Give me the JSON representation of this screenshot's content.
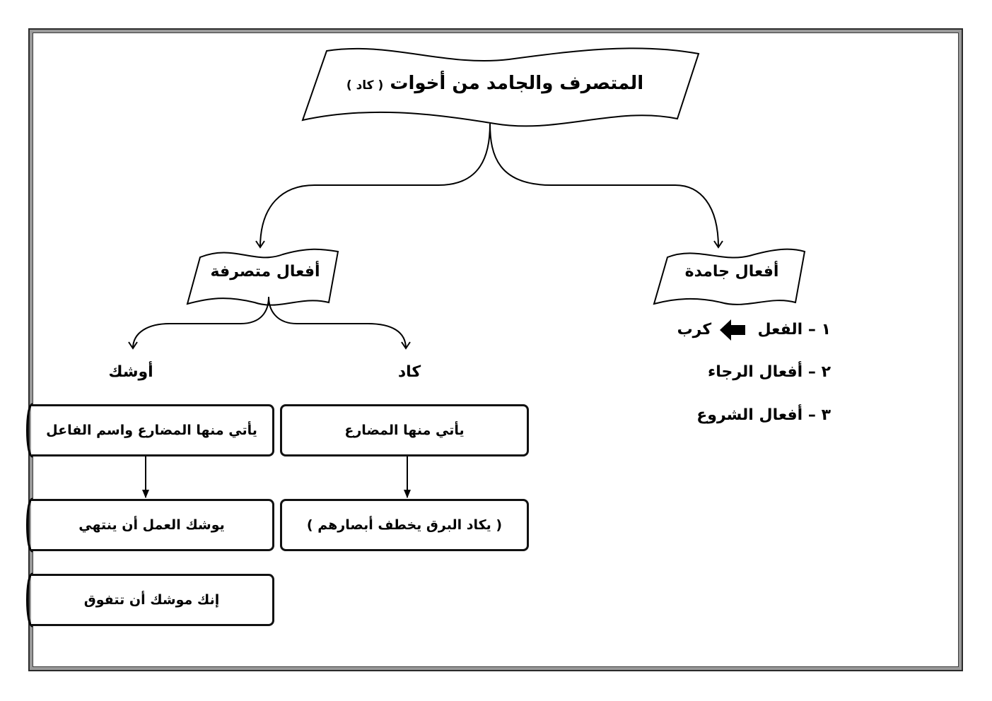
{
  "title": {
    "main": "المتصرف والجامد من أخوات",
    "paren_text": "( كاد )"
  },
  "branches": {
    "jamida": {
      "label": "أفعال جامدة",
      "items": [
        {
          "num": "١",
          "text": "الفعل",
          "arrow": "left-arrow-icon",
          "after": "كرب"
        },
        {
          "num": "٢",
          "text": "أفعال الرجاء"
        },
        {
          "num": "٣",
          "text": "أفعال الشروع"
        }
      ]
    },
    "mutasarrifa": {
      "label": "أفعال متصرفة",
      "kada": {
        "label": "كاد",
        "box1": "يأتي منها المضارع",
        "box2": "( يكاد البرق يخطف أبصارهم )"
      },
      "awshaka": {
        "label": "أوشك",
        "box1": "يأتي منها المضارع واسم الفاعل",
        "box2": "يوشك العمل أن ينتهي",
        "box3": "إنك موشك أن تتفوق"
      }
    }
  }
}
